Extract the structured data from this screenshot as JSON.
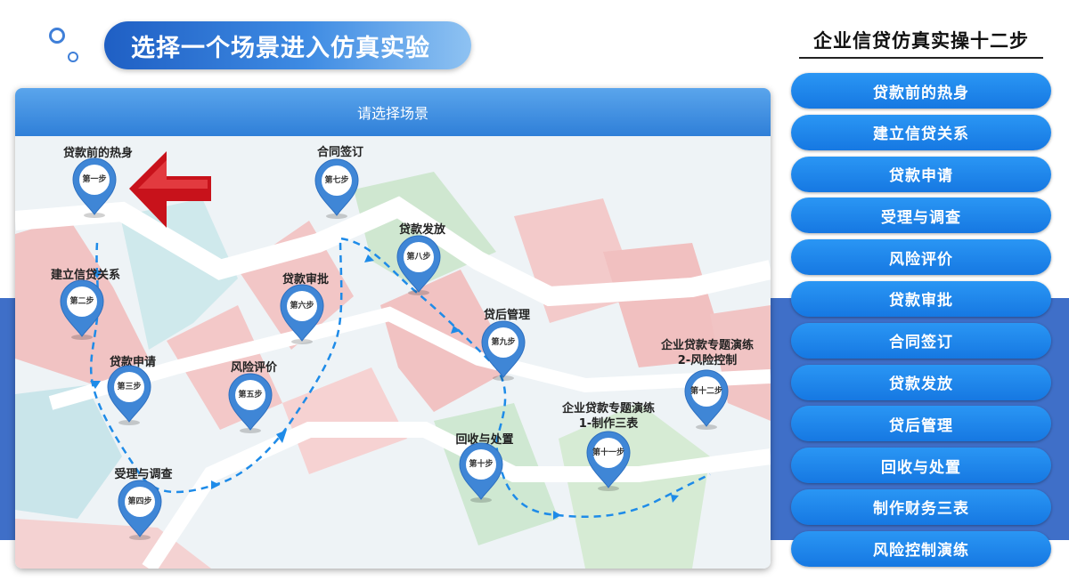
{
  "header": {
    "title": "选择一个场景进入仿真实验"
  },
  "panel": {
    "title": "请选择场景"
  },
  "map": {
    "steps": [
      {
        "badge": "第一步",
        "label": "贷款前的热身"
      },
      {
        "badge": "第二步",
        "label": "建立信贷关系"
      },
      {
        "badge": "第三步",
        "label": "贷款申请"
      },
      {
        "badge": "第四步",
        "label": "受理与调查"
      },
      {
        "badge": "第五步",
        "label": "风险评价"
      },
      {
        "badge": "第六步",
        "label": "贷款审批"
      },
      {
        "badge": "第七步",
        "label": "合同签订"
      },
      {
        "badge": "第八步",
        "label": "贷款发放"
      },
      {
        "badge": "第九步",
        "label": "贷后管理"
      },
      {
        "badge": "第十步",
        "label": "回收与处置"
      },
      {
        "badge": "第十一步",
        "label": "企业贷款专题演练1-制作三表"
      },
      {
        "badge": "第十二步",
        "label": "企业贷款专题演练2-风险控制"
      }
    ]
  },
  "sidebar": {
    "title": "企业信贷仿真实操十二步",
    "items": [
      {
        "label": "贷款前的热身"
      },
      {
        "label": "建立信贷关系"
      },
      {
        "label": "贷款申请"
      },
      {
        "label": "受理与调查"
      },
      {
        "label": "风险评价"
      },
      {
        "label": "贷款审批"
      },
      {
        "label": "合同签订"
      },
      {
        "label": "贷款发放"
      },
      {
        "label": "贷后管理"
      },
      {
        "label": "回收与处置"
      },
      {
        "label": "制作财务三表"
      },
      {
        "label": "风险控制演练"
      }
    ]
  },
  "colors": {
    "accent": "#1f7fe0",
    "pin": "#3f86d6",
    "arrow": "#c8121b",
    "band": "#3f6fc8"
  }
}
